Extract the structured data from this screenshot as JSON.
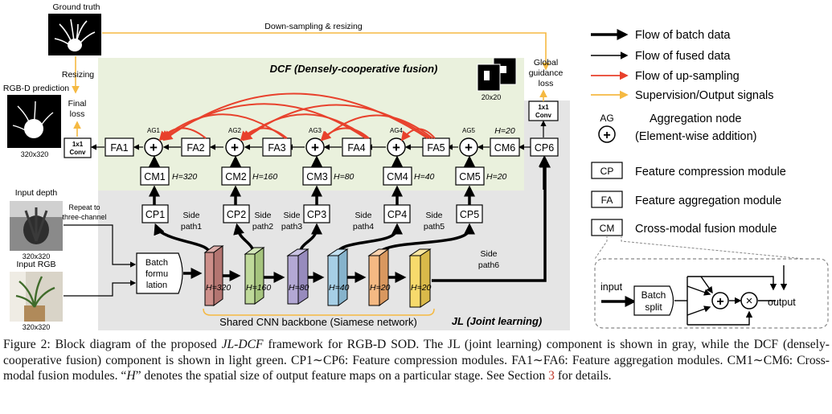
{
  "diagram": {
    "ground_truth": "Ground truth",
    "downsampling": "Down-sampling & resizing",
    "resizing": "Resizing",
    "rgbd_prediction": "RGB-D prediction",
    "final_loss": [
      "Final",
      "loss"
    ],
    "size_320": "320x320",
    "size_20": "20x20",
    "global_loss": [
      "Global",
      "guidance",
      "loss"
    ],
    "dcf_title": "DCF (Densely-cooperative fusion)",
    "jl_title": "JL (Joint learning)",
    "input_depth": "Input depth",
    "input_rgb": "Input RGB",
    "repeat_channel": [
      "Repeat to",
      "three-channel"
    ],
    "batch_formulation": [
      "Batch",
      "formu",
      "lation"
    ],
    "backbone_label": "Shared CNN backbone (Siamese network)",
    "conv1x1": [
      "1x1",
      "Conv"
    ],
    "fa": [
      "FA1",
      "FA2",
      "FA3",
      "FA4",
      "FA5"
    ],
    "ag": [
      "AG1",
      "AG2",
      "AG3",
      "AG4",
      "AG5"
    ],
    "cm": [
      "CM1",
      "CM2",
      "CM3",
      "CM4",
      "CM5",
      "CM6"
    ],
    "cp": [
      "CP1",
      "CP2",
      "CP3",
      "CP4",
      "CP5",
      "CP6"
    ],
    "cm_h": [
      "H=320",
      "H=160",
      "H=80",
      "H=40",
      "H=20",
      "H=20"
    ],
    "block_h": [
      "H=320",
      "H=160",
      "H=80",
      "H=40",
      "H=20",
      "H=20"
    ],
    "side_paths": [
      [
        "Side",
        "path1"
      ],
      [
        "Side",
        "path2"
      ],
      [
        "Side",
        "path3"
      ],
      [
        "Side",
        "path4"
      ],
      [
        "Side",
        "path5"
      ],
      [
        "Side",
        "path6"
      ]
    ],
    "plus_symbol": "+",
    "times_symbol": "×",
    "colors": {
      "jl_bg": "#e5e5e5",
      "dcf_bg": "#eaf1dd",
      "upsample_arrow": "#e8412c",
      "supervision_arrow": "#f5b942",
      "blocks": [
        "#cd8f8a",
        "#bfd99a",
        "#b3a8d4",
        "#a6cfe6",
        "#f4b983",
        "#f7da6c"
      ]
    }
  },
  "legend": {
    "batch_flow": "Flow of batch data",
    "fused_flow": "Flow of fused data",
    "upsampling_flow": "Flow of up-sampling",
    "supervision": "Supervision/Output signals",
    "ag_symbol": "AG",
    "aggregation_node": [
      "Aggregation node",
      "(Element-wise addition)"
    ],
    "cp_label": "CP",
    "cp_desc": "Feature compression module",
    "fa_label": "FA",
    "fa_desc": "Feature aggregation module",
    "cm_label": "CM",
    "cm_desc": "Cross-modal fusion module",
    "cm_detail": {
      "input": "input",
      "batch_split": [
        "Batch",
        "split"
      ],
      "output": "output"
    }
  },
  "caption": {
    "label": "Figure 2:",
    "t1": " Block diagram of the proposed ",
    "framework": "JL-DCF",
    "t2": " framework for RGB-D SOD. The JL (joint learning) component is shown in gray, while the DCF (densely-cooperative fusion) component is shown in light green. CP1∼CP6: Feature compression modules. FA1∼FA6: Feature aggregation modules. CM1∼CM6: Cross-modal fusion modules. “",
    "h": "H",
    "t3": "” denotes the spatial size of output feature maps on a particular stage. See Section ",
    "section": "3",
    "t4": " for details."
  }
}
